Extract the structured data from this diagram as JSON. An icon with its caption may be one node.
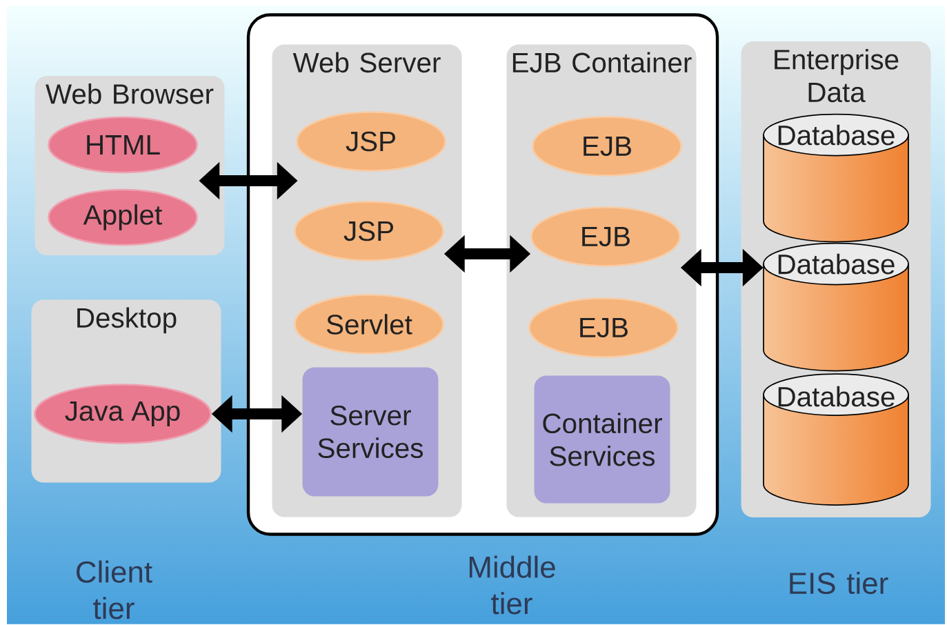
{
  "diagram": {
    "nodes": [
      {
        "text": [
          "Web Browser"
        ]
      },
      {
        "text": [
          "HTML"
        ],
        "in": 0
      },
      {
        "text": [
          "Applet"
        ],
        "in": 0
      },
      {
        "text": [
          "Desktop"
        ]
      },
      {
        "text": [
          "Java App"
        ],
        "in": 3
      },
      {
        "text": [],
        "shape": "box"
      },
      {
        "text": [
          "Web Server"
        ],
        "in": 5
      },
      {
        "text": [
          "JSP"
        ],
        "in": 6
      },
      {
        "text": [
          "JSP"
        ],
        "in": 6
      },
      {
        "text": [
          "Servlet"
        ],
        "in": 6
      },
      {
        "text": [
          "Server Services"
        ],
        "in": 6
      },
      {
        "text": [
          "EJB Container"
        ],
        "in": 5
      },
      {
        "text": [
          "EJB"
        ],
        "in": 11
      },
      {
        "text": [
          "EJB"
        ],
        "in": 11
      },
      {
        "text": [
          "EJB"
        ],
        "in": 11
      },
      {
        "text": [
          "Container Services"
        ],
        "in": 11
      },
      {
        "text": [
          "Enterprise Data"
        ]
      },
      {
        "text": [
          "Database"
        ],
        "in": 16
      },
      {
        "text": [
          "Database"
        ],
        "in": 16
      },
      {
        "text": [
          "Database"
        ],
        "in": 16
      }
    ],
    "edges": [
      {
        "from": 0,
        "to": 6,
        "arrow": "both"
      },
      {
        "from": 4,
        "to": 10,
        "arrow": "both"
      },
      {
        "from": 8,
        "to": 13,
        "arrow": "both"
      },
      {
        "from": 13,
        "to": 18,
        "arrow": "both"
      }
    ],
    "labels": [
      "Client tier",
      "Middle tier",
      "EIS tier"
    ]
  }
}
